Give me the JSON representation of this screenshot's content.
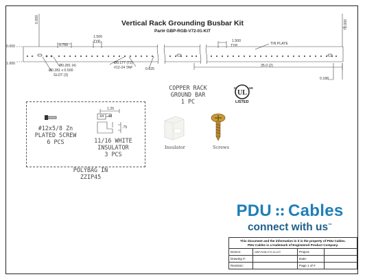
{
  "drawing": {
    "title": "Vertical Rack Grounding Busbar Kit",
    "part_number": "Part# GBP-RGB-V72-01-KIT",
    "dimensions": {
      "d_0000_top": "0.000",
      "d_72000": "72.000",
      "d_0000_left": "0.000",
      "d_1000": "1.000",
      "d_0750": "0.750",
      "d_1500_a": "1.500",
      "typ_a": "TYP.",
      "d_1500_b": "1.500",
      "typ_b": "TYP.",
      "tin_plate": "TIN PLATE",
      "hole_0281": "Ø0.281 (4)",
      "slot_line1": "Ø0.281 x 0.500",
      "slot_line2": "SLOT (3)",
      "hole_0177": "Ø0.177 (72)",
      "tap": "#12-24 TAP",
      "d_0625": "0.625",
      "d_35": "35.0 (2)",
      "d_0188": "0.188"
    },
    "copper_bar": [
      "COPPER RACK",
      "GROUND BAR",
      "1 PC"
    ],
    "screw": [
      "#12x5/8 Zn",
      "PLATED SCREW",
      "6 PCS"
    ],
    "insulator": [
      "11/16 WHITE",
      "INSULATOR",
      "3 PCS"
    ],
    "insulator_dims": {
      "w": "1.25",
      "a": ".64",
      "b": ".40",
      "h": ".75"
    },
    "polybag": [
      "POLYBAG IN",
      "ZZIP45"
    ],
    "photo_labels": {
      "insulator": "Insulator",
      "screws": "Screws"
    },
    "ul_mark": "LISTED"
  },
  "brand": {
    "part1": "PDU",
    "part2": "Cables",
    "tagline": "connect with us",
    "trademark": "™",
    "color": "#1e7fb8"
  },
  "title_block": {
    "notice_line1": "This document and the information in it is the property of PDU Cables.",
    "notice_line2": "PDU Cables is a trademark of Engineered Product Company.",
    "device_label": "Device:",
    "device_value": "GBP-RGB-V72-01-KIT",
    "project_label": "Project:",
    "drawing_label": "Drawing #:",
    "date_label": "Date:",
    "revision_label": "Revision:",
    "page": "Page 1 of #"
  }
}
